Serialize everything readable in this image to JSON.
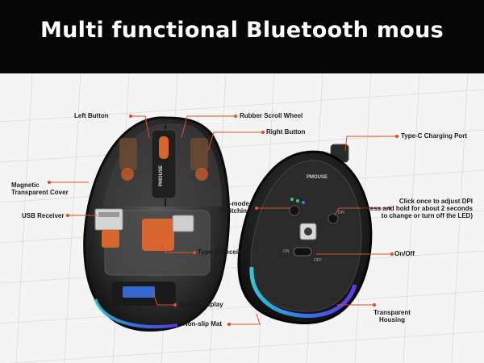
{
  "header": {
    "title": "Multi functional Bluetooth mous"
  },
  "colors": {
    "banner": "#050505",
    "leader_line": "#e0502a",
    "accent_orange": "#d8652e",
    "led_blue": "#3a7bff",
    "led_cyan": "#36d6e6"
  },
  "left_mouse": {
    "left_button": "Left Button",
    "rubber_scroll_wheel": "Rubber Scroll Wheel",
    "right_button": "Right Button",
    "magnetic_transparent_cover_line1": "Magnetic",
    "magnetic_transparent_cover_line2": "Transparent Cover",
    "usb_receiver": "USB Receiver",
    "type_c_receiver": "Type-C Receiver",
    "power_display": "Power Display",
    "non_slip_mat": "Non-slip Mat",
    "body_logo": "PMOUSE"
  },
  "right_mouse": {
    "type_c_charging_port": "Type-C Charging Port",
    "tri_mode_switching_line1": "Tri-mode",
    "tri_mode_switching_line2": "Switching",
    "dpi_line1": "Click once to adjust DPI",
    "dpi_line2": "(Press and hold for about 2 seconds",
    "dpi_line3": "to change or turn off the LED)",
    "on_off": "On/Off",
    "transparent_housing_line1": "Transparent",
    "transparent_housing_line2": "Housing",
    "bottom_logo": "PMOUSE",
    "switch_on": "ON",
    "switch_off": "OFF",
    "dpi_mark": "DPI"
  }
}
